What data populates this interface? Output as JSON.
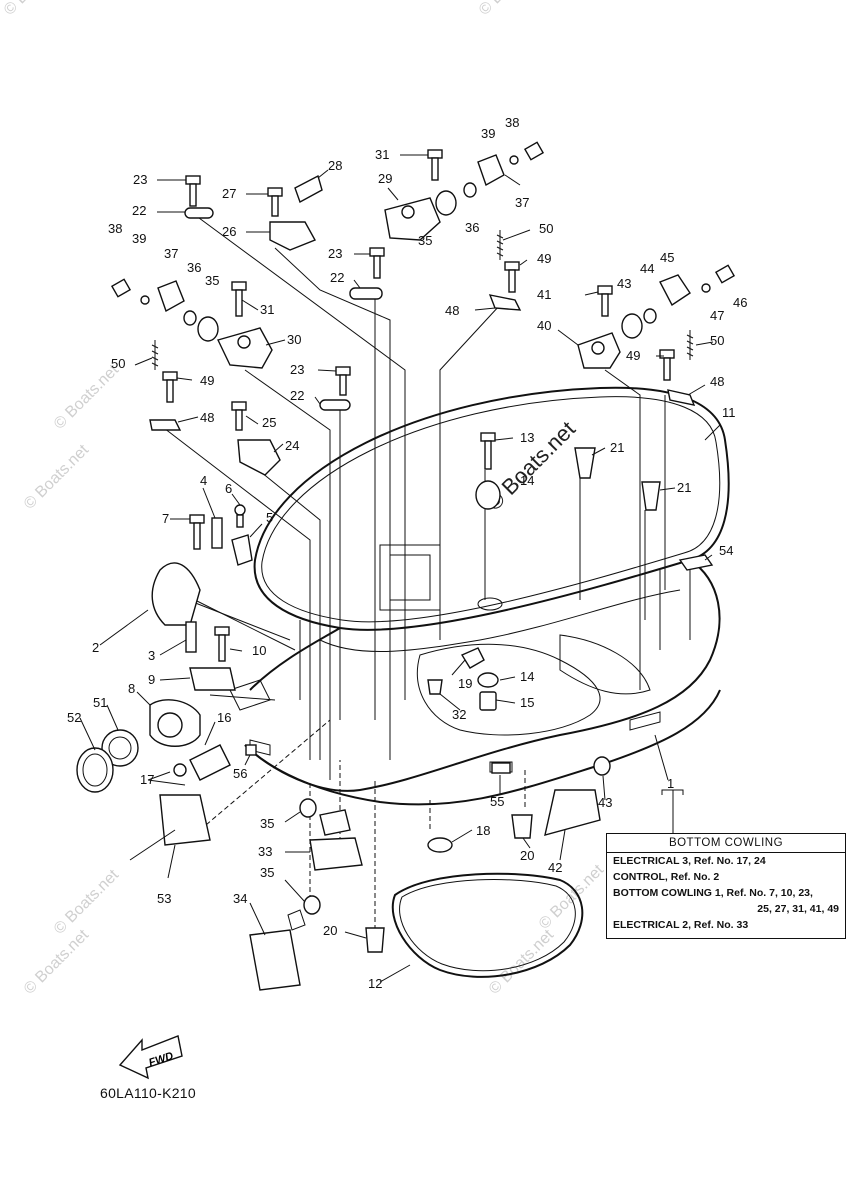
{
  "watermark_text": "© Boats.net",
  "center_watermark_text": "© Boats.net",
  "figure_code": "60LA110-K210",
  "fwd_label": "FWD",
  "reference_box": {
    "title": "BOTTOM COWLING",
    "lines": [
      "ELECTRICAL 3,  Ref. No. 17, 24",
      "CONTROL,  Ref. No. 2",
      "BOTTOM COWLING 1,  Ref. No. 7, 10, 23,",
      "25, 27, 31, 41, 49",
      "ELECTRICAL 2,  Ref. No. 33"
    ]
  },
  "callouts": [
    {
      "id": "c1",
      "text": "1"
    },
    {
      "id": "c2",
      "text": "2"
    },
    {
      "id": "c3",
      "text": "3"
    },
    {
      "id": "c4",
      "text": "4"
    },
    {
      "id": "c5",
      "text": "5"
    },
    {
      "id": "c6",
      "text": "6"
    },
    {
      "id": "c7",
      "text": "7"
    },
    {
      "id": "c8",
      "text": "8"
    },
    {
      "id": "c9",
      "text": "9"
    },
    {
      "id": "c10",
      "text": "10"
    },
    {
      "id": "c11",
      "text": "11"
    },
    {
      "id": "c12",
      "text": "12"
    },
    {
      "id": "c13",
      "text": "13"
    },
    {
      "id": "c14a",
      "text": "14"
    },
    {
      "id": "c14b",
      "text": "14"
    },
    {
      "id": "c15",
      "text": "15"
    },
    {
      "id": "c16",
      "text": "16"
    },
    {
      "id": "c17",
      "text": "17"
    },
    {
      "id": "c18",
      "text": "18"
    },
    {
      "id": "c19",
      "text": "19"
    },
    {
      "id": "c20a",
      "text": "20"
    },
    {
      "id": "c20b",
      "text": "20"
    },
    {
      "id": "c21a",
      "text": "21"
    },
    {
      "id": "c21b",
      "text": "21"
    },
    {
      "id": "c22a",
      "text": "22"
    },
    {
      "id": "c22b",
      "text": "22"
    },
    {
      "id": "c22c",
      "text": "22"
    },
    {
      "id": "c23a",
      "text": "23"
    },
    {
      "id": "c23b",
      "text": "23"
    },
    {
      "id": "c23c",
      "text": "23"
    },
    {
      "id": "c24",
      "text": "24"
    },
    {
      "id": "c25",
      "text": "25"
    },
    {
      "id": "c26",
      "text": "26"
    },
    {
      "id": "c27",
      "text": "27"
    },
    {
      "id": "c28",
      "text": "28"
    },
    {
      "id": "c29",
      "text": "29"
    },
    {
      "id": "c30",
      "text": "30"
    },
    {
      "id": "c31a",
      "text": "31"
    },
    {
      "id": "c31b",
      "text": "31"
    },
    {
      "id": "c32",
      "text": "32"
    },
    {
      "id": "c33",
      "text": "33"
    },
    {
      "id": "c34",
      "text": "34"
    },
    {
      "id": "c35a",
      "text": "35"
    },
    {
      "id": "c35b",
      "text": "35"
    },
    {
      "id": "c35c",
      "text": "35"
    },
    {
      "id": "c35d",
      "text": "35"
    },
    {
      "id": "c36a",
      "text": "36"
    },
    {
      "id": "c36b",
      "text": "36"
    },
    {
      "id": "c37a",
      "text": "37"
    },
    {
      "id": "c37b",
      "text": "37"
    },
    {
      "id": "c38a",
      "text": "38"
    },
    {
      "id": "c38b",
      "text": "38"
    },
    {
      "id": "c39a",
      "text": "39"
    },
    {
      "id": "c39b",
      "text": "39"
    },
    {
      "id": "c40",
      "text": "40"
    },
    {
      "id": "c41",
      "text": "41"
    },
    {
      "id": "c42",
      "text": "42"
    },
    {
      "id": "c43a",
      "text": "43"
    },
    {
      "id": "c43b",
      "text": "43"
    },
    {
      "id": "c44",
      "text": "44"
    },
    {
      "id": "c45",
      "text": "45"
    },
    {
      "id": "c46",
      "text": "46"
    },
    {
      "id": "c47",
      "text": "47"
    },
    {
      "id": "c48a",
      "text": "48"
    },
    {
      "id": "c48b",
      "text": "48"
    },
    {
      "id": "c48c",
      "text": "48"
    },
    {
      "id": "c49a",
      "text": "49"
    },
    {
      "id": "c49b",
      "text": "49"
    },
    {
      "id": "c49c",
      "text": "49"
    },
    {
      "id": "c50a",
      "text": "50"
    },
    {
      "id": "c50b",
      "text": "50"
    },
    {
      "id": "c50c",
      "text": "50"
    },
    {
      "id": "c51",
      "text": "51"
    },
    {
      "id": "c52",
      "text": "52"
    },
    {
      "id": "c53",
      "text": "53"
    },
    {
      "id": "c54",
      "text": "54"
    },
    {
      "id": "c55",
      "text": "55"
    },
    {
      "id": "c56",
      "text": "56"
    }
  ]
}
